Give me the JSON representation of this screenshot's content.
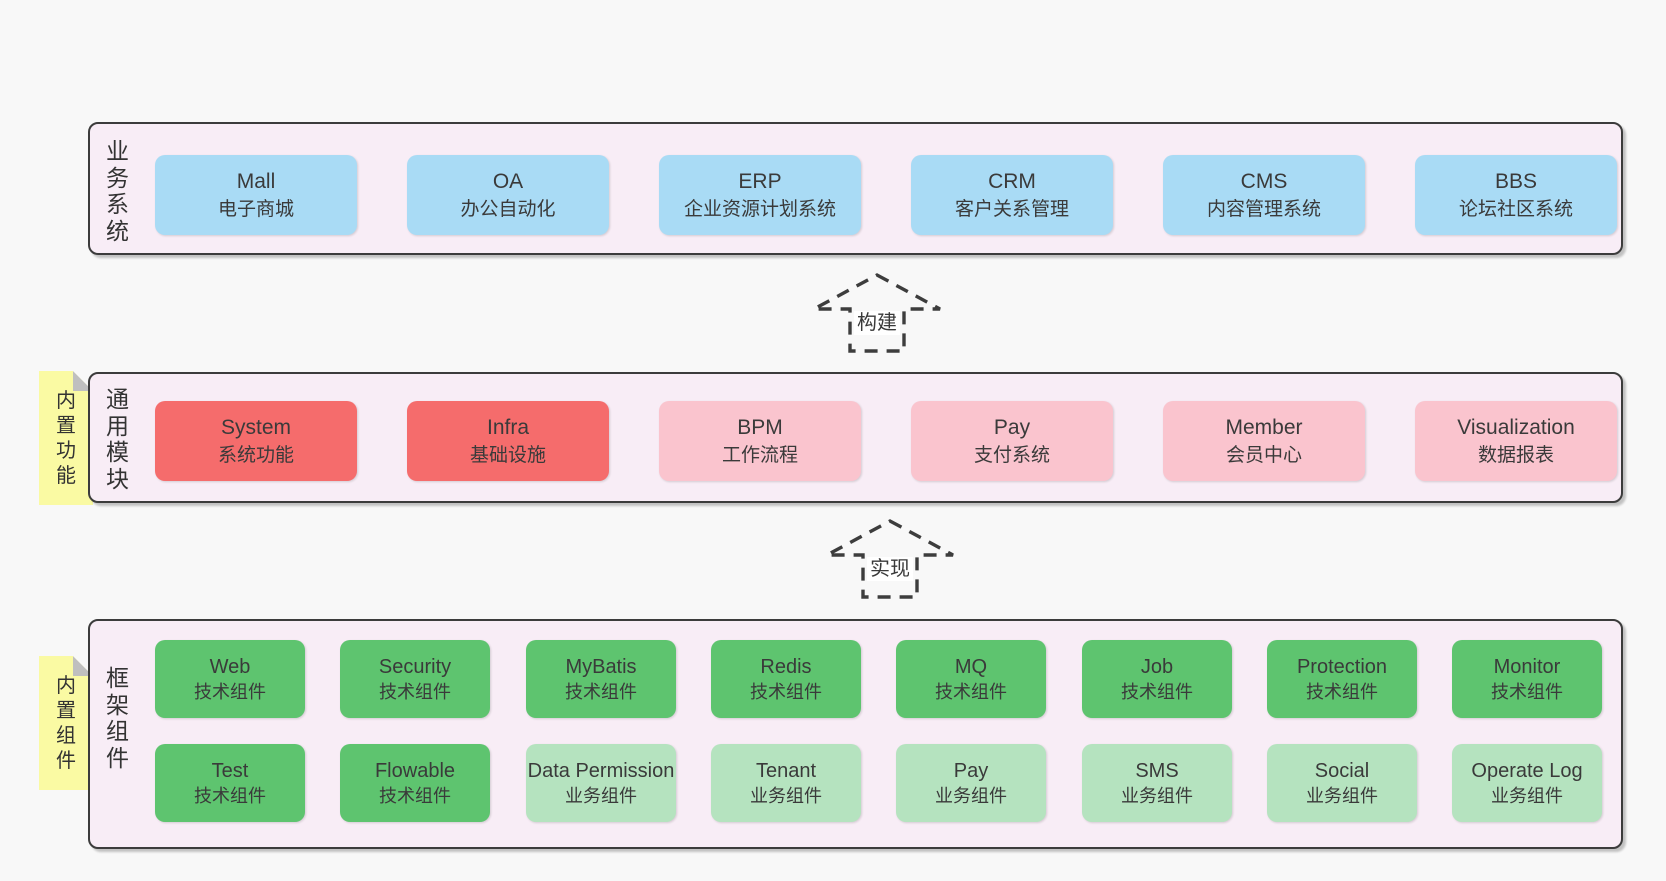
{
  "colors": {
    "page_bg": "#f8f8f8",
    "band_bg": "#f8edf6",
    "band_border": "#3c3c3c",
    "blue": "#a9dbf5",
    "red": "#f56c6c",
    "pink": "#fac4ce",
    "green": "#5ec46f",
    "green_light": "#b5e3bf",
    "sticky": "#fafaa3",
    "sticky_fold": "#bfbfbf",
    "arrow_stroke": "#3d3d3d",
    "text": "#3a3a3a"
  },
  "bands": [
    {
      "label": "业务系统",
      "boxes": [
        {
          "title": "Mall",
          "subtitle": "电子商城",
          "variant": "blue"
        },
        {
          "title": "OA",
          "subtitle": "办公自动化",
          "variant": "blue"
        },
        {
          "title": "ERP",
          "subtitle": "企业资源计划系统",
          "variant": "blue"
        },
        {
          "title": "CRM",
          "subtitle": "客户关系管理",
          "variant": "blue"
        },
        {
          "title": "CMS",
          "subtitle": "内容管理系统",
          "variant": "blue"
        },
        {
          "title": "BBS",
          "subtitle": "论坛社区系统",
          "variant": "blue"
        }
      ]
    },
    {
      "label": "通用模块",
      "note": "内置功能",
      "boxes": [
        {
          "title": "System",
          "subtitle": "系统功能",
          "variant": "red"
        },
        {
          "title": "Infra",
          "subtitle": "基础设施",
          "variant": "red"
        },
        {
          "title": "BPM",
          "subtitle": "工作流程",
          "variant": "pink"
        },
        {
          "title": "Pay",
          "subtitle": "支付系统",
          "variant": "pink"
        },
        {
          "title": "Member",
          "subtitle": "会员中心",
          "variant": "pink"
        },
        {
          "title": "Visualization",
          "subtitle": "数据报表",
          "variant": "pink"
        }
      ]
    },
    {
      "label": "框架组件",
      "note": "内置组件",
      "rows": [
        [
          {
            "title": "Web",
            "subtitle": "技术组件",
            "variant": "green"
          },
          {
            "title": "Security",
            "subtitle": "技术组件",
            "variant": "green"
          },
          {
            "title": "MyBatis",
            "subtitle": "技术组件",
            "variant": "green"
          },
          {
            "title": "Redis",
            "subtitle": "技术组件",
            "variant": "green"
          },
          {
            "title": "MQ",
            "subtitle": "技术组件",
            "variant": "green"
          },
          {
            "title": "Job",
            "subtitle": "技术组件",
            "variant": "green"
          },
          {
            "title": "Protection",
            "subtitle": "技术组件",
            "variant": "green"
          },
          {
            "title": "Monitor",
            "subtitle": "技术组件",
            "variant": "green"
          }
        ],
        [
          {
            "title": "Test",
            "subtitle": "技术组件",
            "variant": "green"
          },
          {
            "title": "Flowable",
            "subtitle": "技术组件",
            "variant": "green"
          },
          {
            "title": "Data Permission",
            "subtitle": "业务组件",
            "variant": "green_light"
          },
          {
            "title": "Tenant",
            "subtitle": "业务组件",
            "variant": "green_light"
          },
          {
            "title": "Pay",
            "subtitle": "业务组件",
            "variant": "green_light"
          },
          {
            "title": "SMS",
            "subtitle": "业务组件",
            "variant": "green_light"
          },
          {
            "title": "Social",
            "subtitle": "业务组件",
            "variant": "green_light"
          },
          {
            "title": "Operate Log",
            "subtitle": "业务组件",
            "variant": "green_light"
          }
        ]
      ]
    }
  ],
  "arrows": [
    {
      "label": "构建"
    },
    {
      "label": "实现"
    }
  ]
}
